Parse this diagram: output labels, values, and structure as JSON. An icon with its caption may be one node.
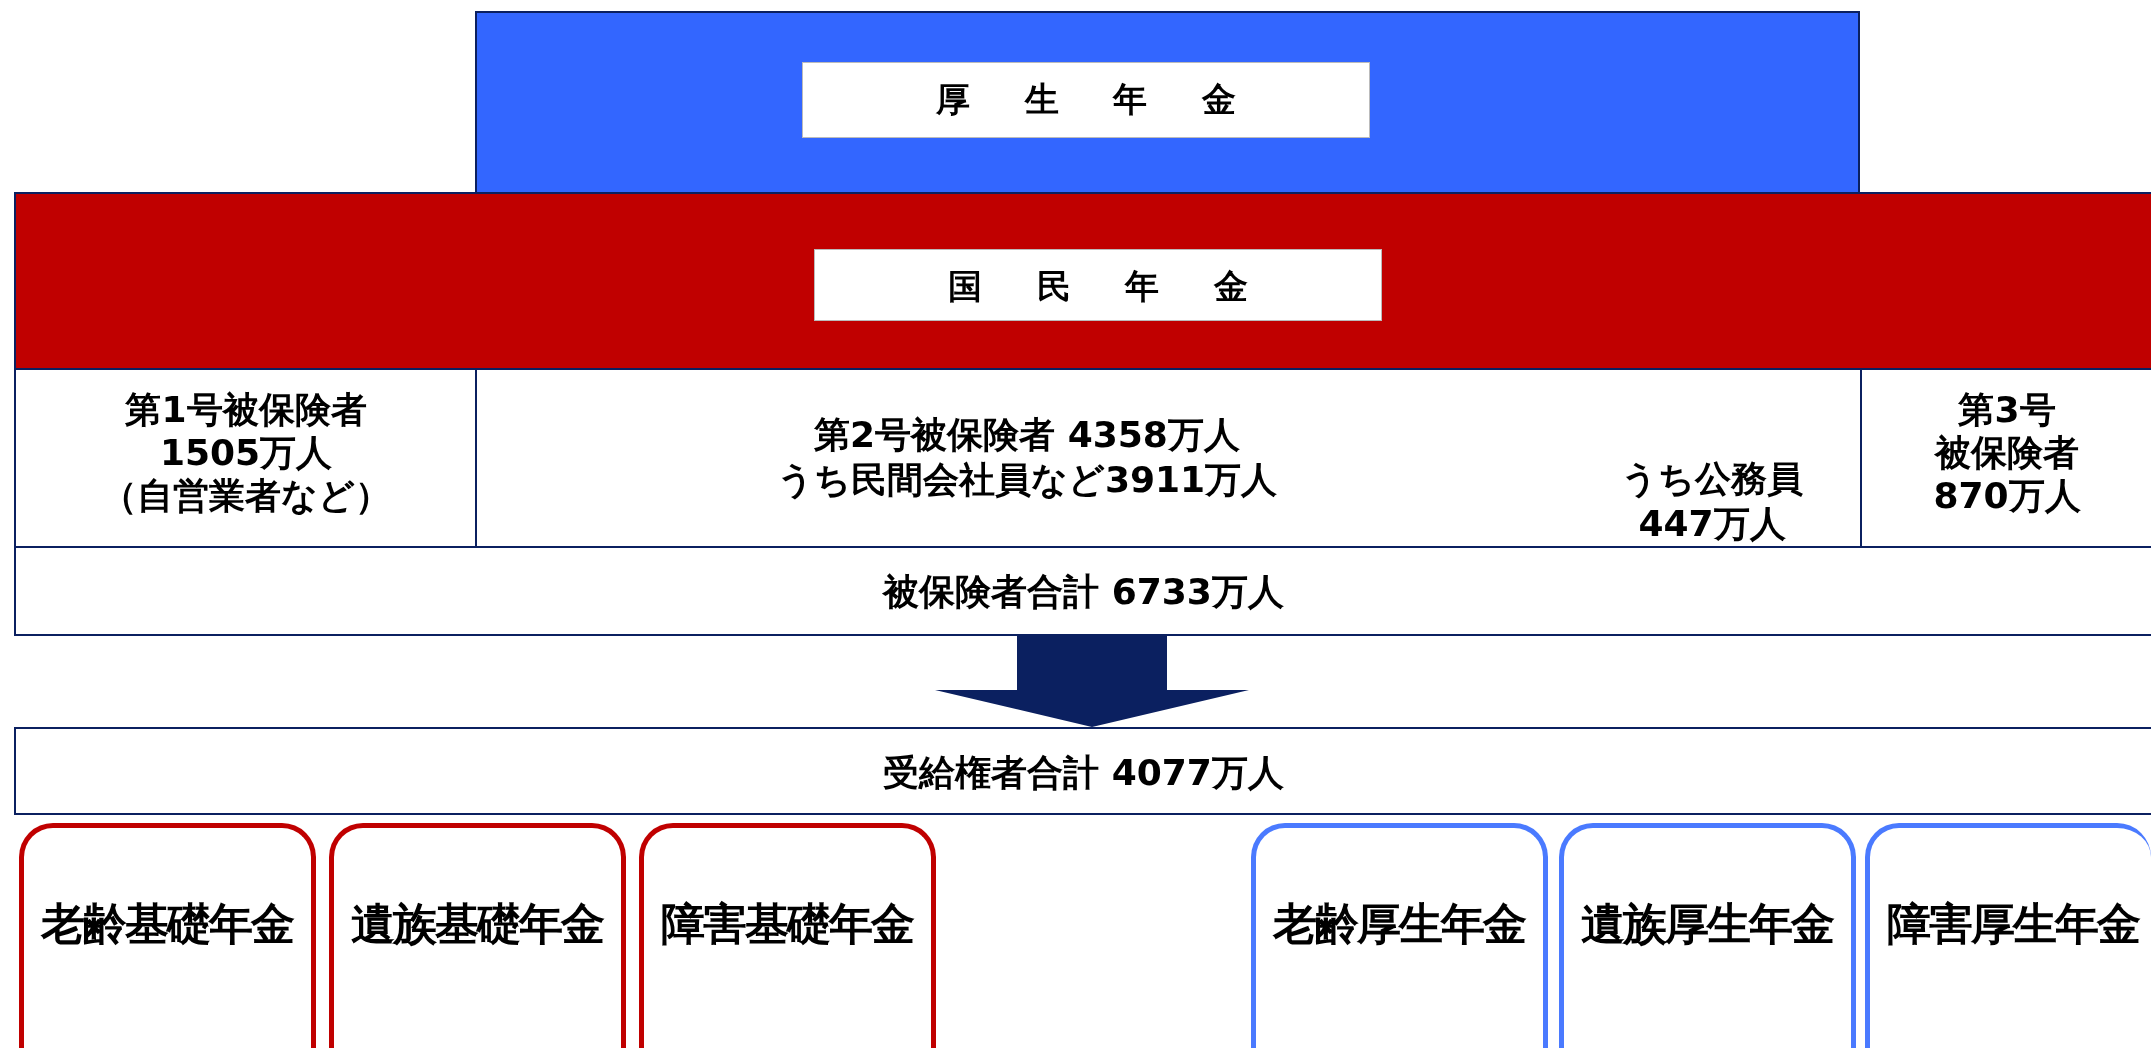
{
  "diagram": {
    "nodes": [
      {
        "text": [],
        "shape": "box"
      },
      {
        "text": [
          "厚生年金"
        ],
        "in": 0
      },
      {
        "text": [],
        "shape": "box"
      },
      {
        "text": [
          "国民年金"
        ],
        "in": 2
      },
      {
        "text": [
          "第1号被保険者1505万人（自営業者など）"
        ]
      },
      {
        "text": [
          "第2号被保険者 4358万人うち民間会社員など3911万人",
          "うち公務員447万人"
        ]
      },
      {
        "text": [
          "第3号被保険者870万人"
        ]
      },
      {
        "text": [
          "被保険者合計 6733万人"
        ]
      },
      {
        "text": [
          "受給権者合計 4077万人"
        ]
      },
      {
        "text": [
          "老齢基礎年金"
        ]
      },
      {
        "text": [
          "遺族基礎年金"
        ]
      },
      {
        "text": [
          "障害基礎年金"
        ]
      },
      {
        "text": [
          "老齢厚生年金"
        ]
      },
      {
        "text": [
          "遺族厚生年金"
        ]
      },
      {
        "text": [
          "障害厚生年金"
        ]
      }
    ],
    "edges": [
      {
        "from": 7,
        "to": 8,
        "arrow": "to"
      }
    ]
  }
}
